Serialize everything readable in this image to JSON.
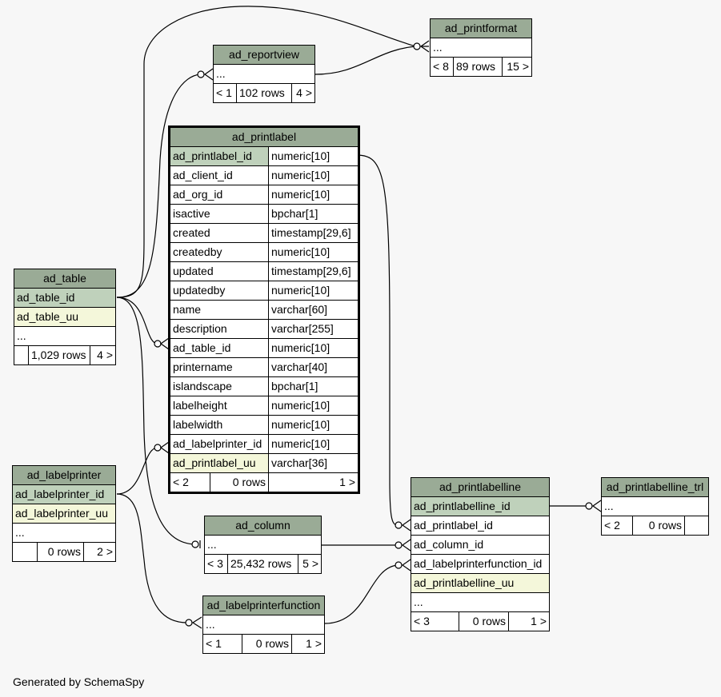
{
  "footer": "Generated by SchemaSpy",
  "tables": {
    "ad_printformat": {
      "title": "ad_printformat",
      "more": "...",
      "nav": [
        "< 8",
        "89 rows",
        "15 >"
      ]
    },
    "ad_reportview": {
      "title": "ad_reportview",
      "more": "...",
      "nav": [
        "< 1",
        "102 rows",
        "4 >"
      ]
    },
    "ad_printlabel": {
      "title": "ad_printlabel",
      "columns": [
        {
          "name": "ad_printlabel_id",
          "type": "numeric[10]"
        },
        {
          "name": "ad_client_id",
          "type": "numeric[10]"
        },
        {
          "name": "ad_org_id",
          "type": "numeric[10]"
        },
        {
          "name": "isactive",
          "type": "bpchar[1]"
        },
        {
          "name": "created",
          "type": "timestamp[29,6]"
        },
        {
          "name": "createdby",
          "type": "numeric[10]"
        },
        {
          "name": "updated",
          "type": "timestamp[29,6]"
        },
        {
          "name": "updatedby",
          "type": "numeric[10]"
        },
        {
          "name": "name",
          "type": "varchar[60]"
        },
        {
          "name": "description",
          "type": "varchar[255]"
        },
        {
          "name": "ad_table_id",
          "type": "numeric[10]"
        },
        {
          "name": "printername",
          "type": "varchar[40]"
        },
        {
          "name": "islandscape",
          "type": "bpchar[1]"
        },
        {
          "name": "labelheight",
          "type": "numeric[10]"
        },
        {
          "name": "labelwidth",
          "type": "numeric[10]"
        },
        {
          "name": "ad_labelprinter_id",
          "type": "numeric[10]"
        },
        {
          "name": "ad_printlabel_uu",
          "type": "varchar[36]"
        }
      ],
      "nav": [
        "< 2",
        "0 rows",
        "1 >"
      ]
    },
    "ad_table": {
      "title": "ad_table",
      "col_pk": "ad_table_id",
      "col_uu": "ad_table_uu",
      "more": "...",
      "nav": [
        "",
        "1,029 rows",
        "4 >"
      ]
    },
    "ad_labelprinter": {
      "title": "ad_labelprinter",
      "col_pk": "ad_labelprinter_id",
      "col_uu": "ad_labelprinter_uu",
      "more": "...",
      "nav": [
        "",
        "0 rows",
        "2 >"
      ]
    },
    "ad_column": {
      "title": "ad_column",
      "more": "...",
      "nav": [
        "< 3",
        "25,432 rows",
        "5 >"
      ]
    },
    "ad_labelprinterfunction": {
      "title": "ad_labelprinterfunction",
      "more": "...",
      "nav": [
        "< 1",
        "0 rows",
        "1 >"
      ]
    },
    "ad_printlabelline": {
      "title": "ad_printlabelline",
      "col_pk": "ad_printlabelline_id",
      "col_fk1": "ad_printlabel_id",
      "col_fk2": "ad_column_id",
      "col_fk3": "ad_labelprinterfunction_id",
      "col_uu": "ad_printlabelline_uu",
      "more": "...",
      "nav": [
        "< 3",
        "0 rows",
        "1 >"
      ]
    },
    "ad_printlabelline_trl": {
      "title": "ad_printlabelline_trl",
      "more": "...",
      "nav": [
        "< 2",
        "0 rows",
        ""
      ]
    }
  }
}
